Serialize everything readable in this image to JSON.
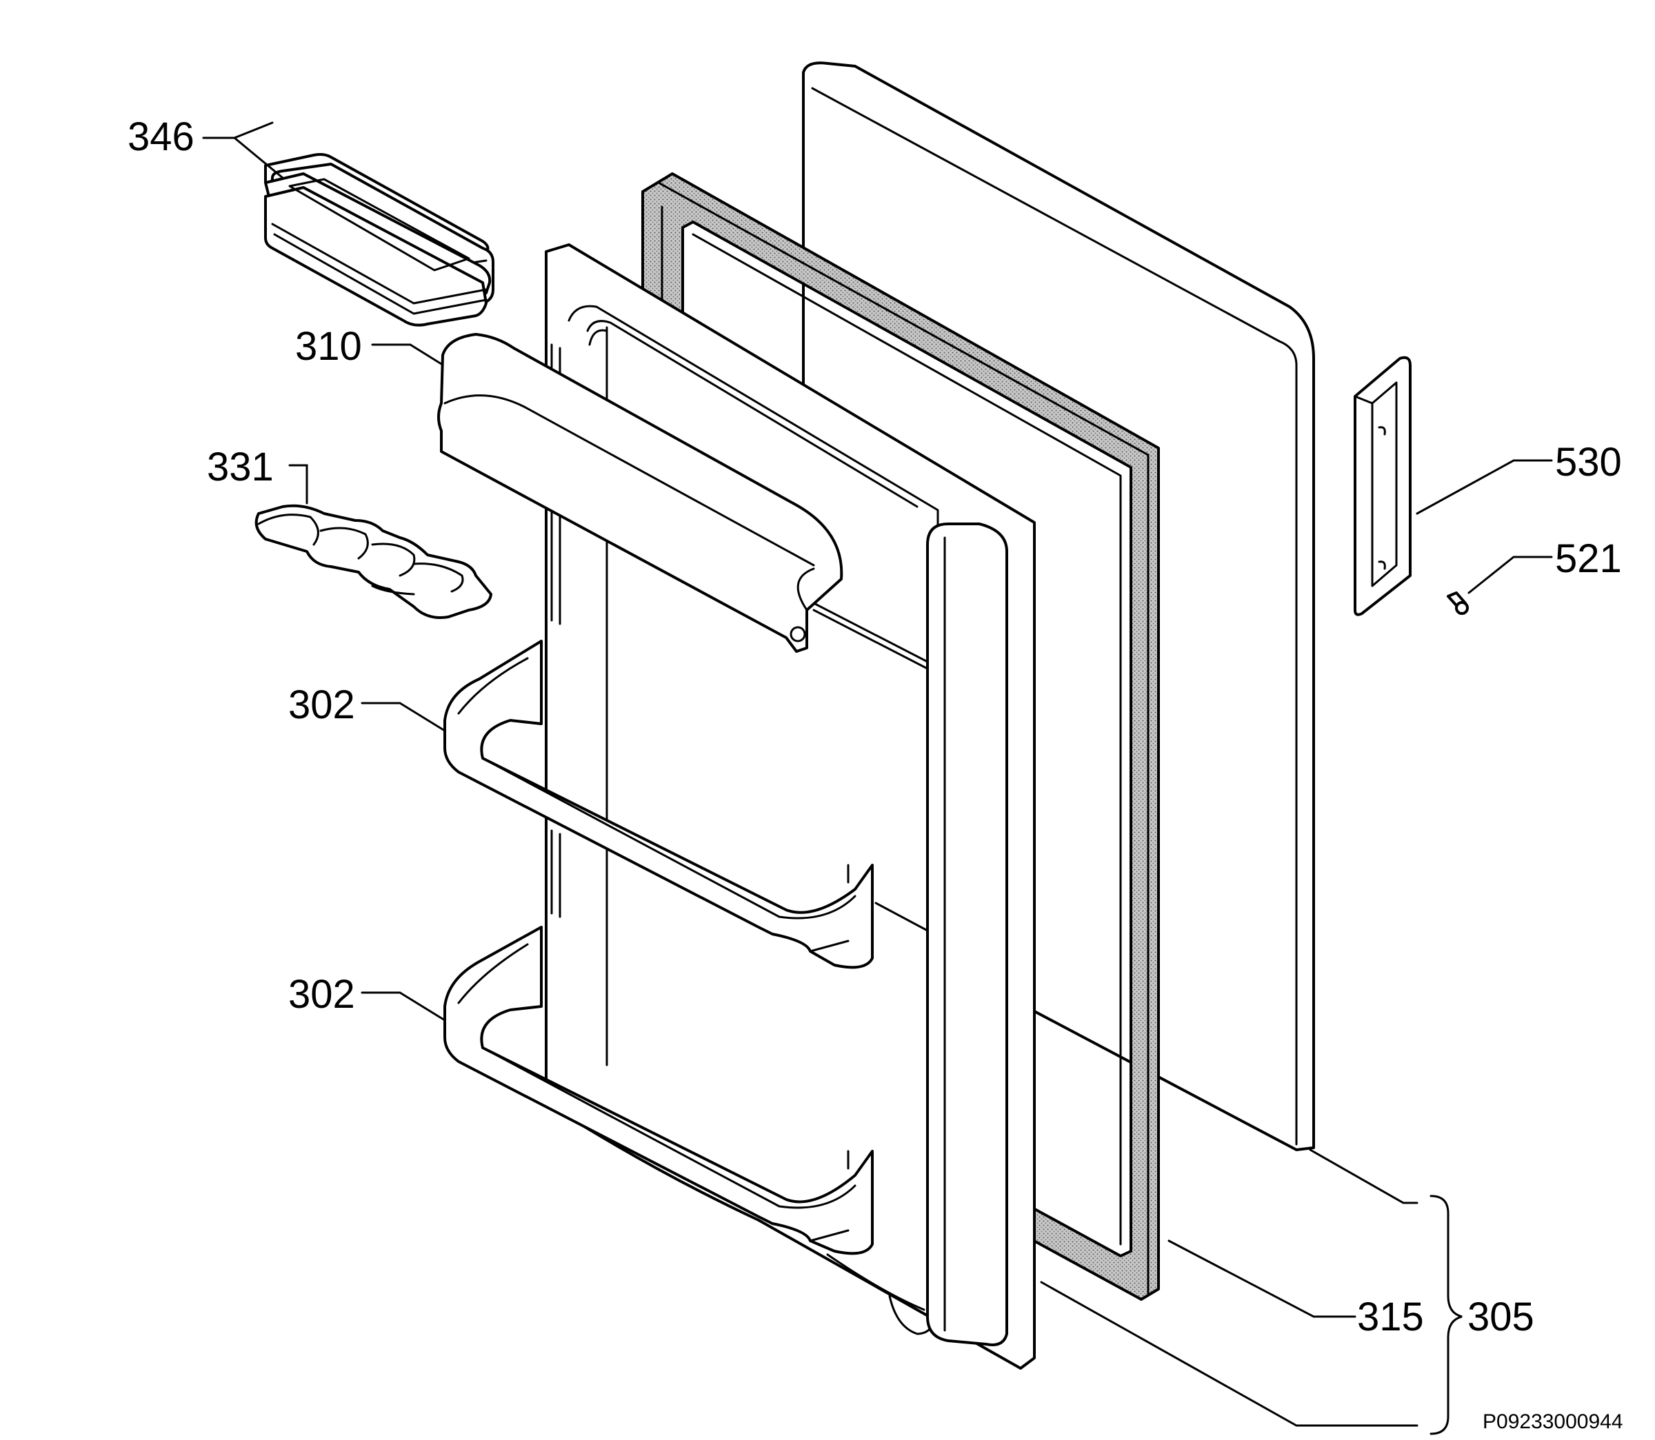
{
  "callouts": {
    "c346": "346",
    "c310": "310",
    "c331": "331",
    "c302a": "302",
    "c302b": "302",
    "c530": "530",
    "c521": "521",
    "c315": "315",
    "c305": "305"
  },
  "drawing_code": "P09233000944"
}
